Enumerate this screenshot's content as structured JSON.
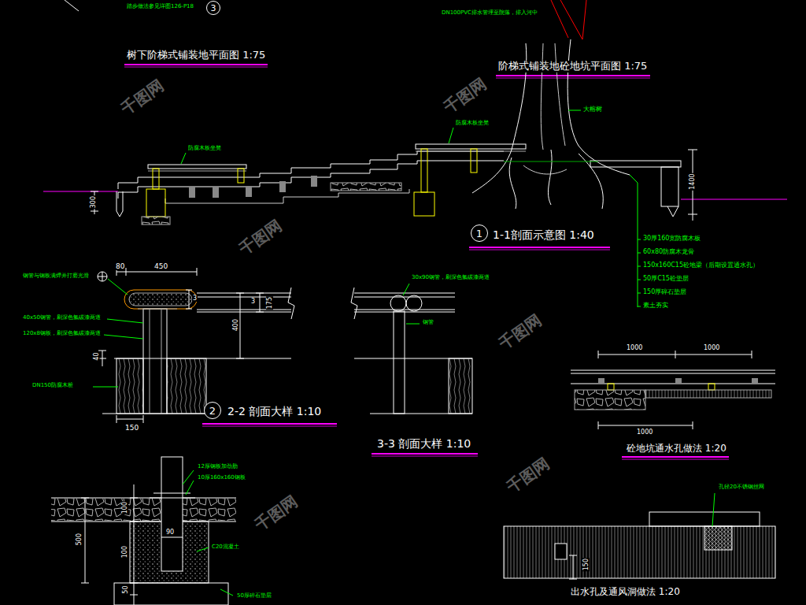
{
  "diagram": {
    "nodes": [
      {
        "text": [
          "3"
        ]
      },
      {
        "text": [
          "1"
        ]
      },
      {
        "text": [
          "2"
        ]
      }
    ],
    "labels": [
      "树下阶梯式铺装地平面图 1:75",
      "阶梯式铺装地砼地坑平面图 1:75",
      "1-1剖面示意图 1:40",
      "2-2 剖面大样 1:10",
      "3-3 剖面大样 1:10",
      "砼地坑通水孔做法 1:20",
      "出水孔及通风洞做法 1:20",
      "大榕树",
      "30厚160宽防腐木板",
      "60x80防腐木龙骨",
      "150x160C15砼地梁（后期设置通水孔）",
      "50厚C15砼垫层",
      "150厚碎石垫层",
      "素土夯实",
      "踏步做法参见详图126-P18",
      "DN100PVC排水管埋至院落，排入河中",
      "1400",
      "300",
      "450",
      "80",
      "3",
      "3",
      "400",
      "175",
      "40",
      "150",
      "1000",
      "1000",
      "1000",
      "100",
      "90",
      "500",
      "100",
      "50",
      "150",
      "C20混凝土",
      "12厚钢板加劲肋",
      "10厚160x160钢板",
      "30x90钢管，刷深色氟碳漆两道",
      "钢管",
      "钢管与钢板满焊并打磨光滑",
      "40x50钢管，刷深色氟碳漆两道",
      "120x8钢板，刷深色氟碳漆两道",
      "DN150防腐木桩",
      "50厚碎石垫层",
      "孔径20不锈钢丝网",
      "防腐木板坐凳",
      "防腐木板坐凳",
      "千图网",
      "千图网",
      "千图网",
      "千图网",
      "千图网",
      "千图网"
    ]
  }
}
